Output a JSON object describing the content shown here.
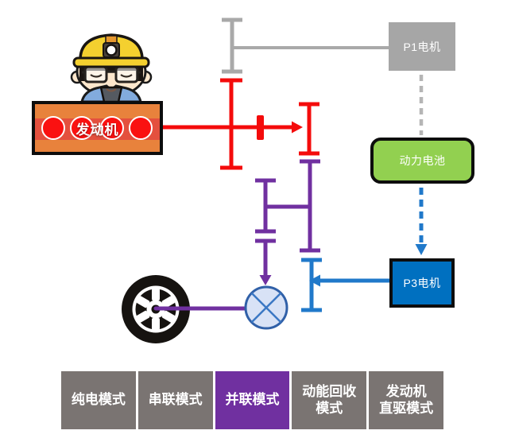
{
  "diagram": {
    "engine_label": "发动机",
    "p1_label": "P1电机",
    "battery_label": "动力电池",
    "p3_label": "P3电机"
  },
  "tabs": [
    {
      "label": "纯电模式",
      "active": false
    },
    {
      "label": "串联模式",
      "active": false
    },
    {
      "label": "并联模式",
      "active": true
    },
    {
      "label": "动能回收\n模式",
      "active": false
    },
    {
      "label": "发动机\n直驱模式",
      "active": false
    }
  ],
  "colors": {
    "engine_orange": "#E8823C",
    "engine_band_red": "#E4503E",
    "cylinder_red": "#FA1111",
    "shaft_red": "#F40B0B",
    "shaft_gray": "#A9A9A9",
    "shaft_purple": "#7030A0",
    "line_blue": "#2079CA",
    "p1_gray": "#A6A6A6",
    "battery_green": "#92D050",
    "p3_blue": "#0070C0",
    "differential_fill": "#D8E2F6",
    "tab_gray": "#7A7472",
    "tab_active_purple": "#7030A0"
  }
}
